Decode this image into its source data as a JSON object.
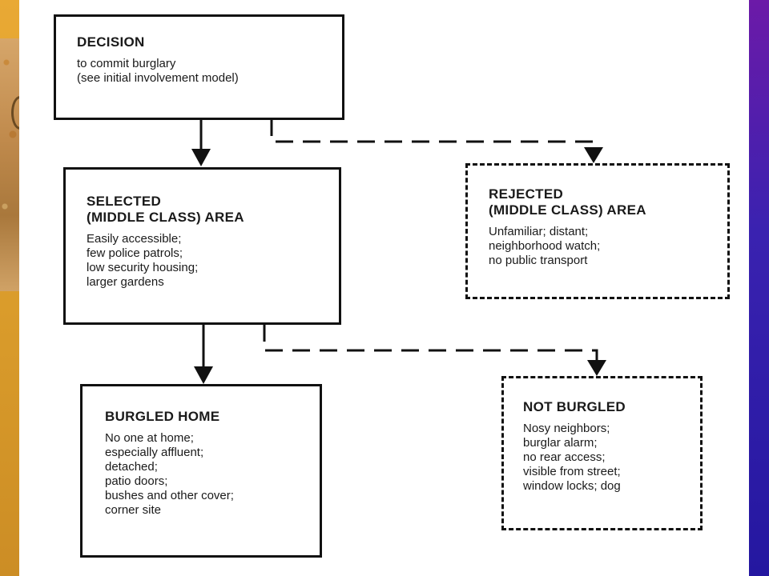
{
  "diagram": {
    "decision": {
      "title": "DECISION",
      "lines": [
        "to commit burglary",
        "(see initial involvement model)"
      ]
    },
    "selected_area": {
      "title_lines": [
        "SELECTED",
        "(MIDDLE CLASS) AREA"
      ],
      "lines": [
        "Easily accessible;",
        "few police patrols;",
        "low security housing;",
        "larger gardens"
      ]
    },
    "rejected_area": {
      "title_lines": [
        "REJECTED",
        "(MIDDLE CLASS) AREA"
      ],
      "lines": [
        "Unfamiliar; distant;",
        "neighborhood watch;",
        "no public transport"
      ]
    },
    "burgled_home": {
      "title": "BURGLED HOME",
      "lines": [
        "No one at home;",
        "especially affluent;",
        "detached;",
        "patio doors;",
        "bushes and other cover;",
        "corner site"
      ]
    },
    "not_burgled": {
      "title": "NOT BURGLED",
      "lines": [
        "Nosy neighbors;",
        "burglar alarm;",
        "no rear access;",
        "visible from street;",
        "window locks; dog"
      ]
    }
  },
  "colors": {
    "slide_background": "#3b1ea3",
    "left_band": "#e9a934",
    "diagram_background": "#ffffff",
    "ink": "#111111"
  }
}
